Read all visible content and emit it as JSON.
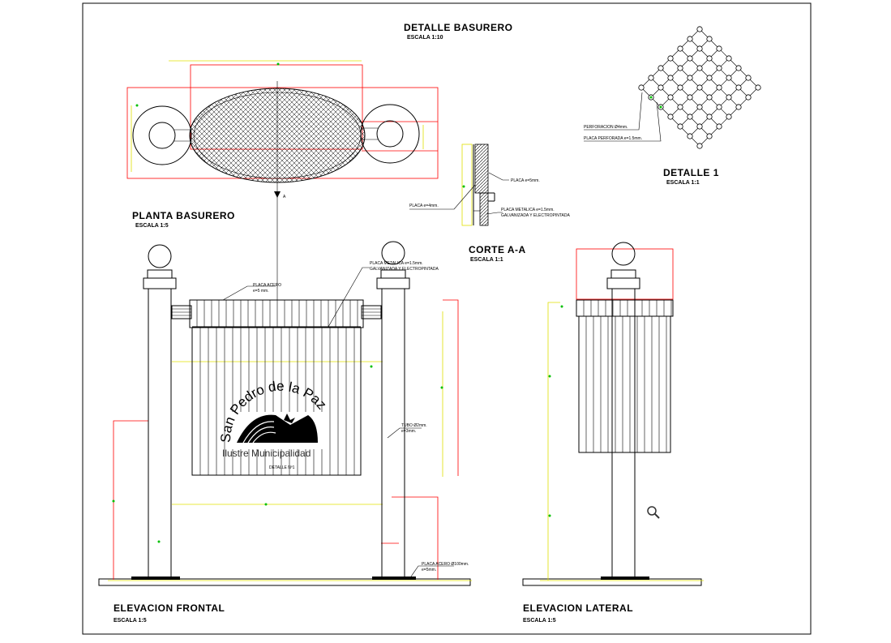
{
  "titles": {
    "detalle_basurero": "DETALLE BASURERO",
    "detalle_basurero_scale": "ESCALA 1:10",
    "planta": "PLANTA BASURERO",
    "planta_scale": "ESCALA 1:5",
    "corte": "CORTE A-A",
    "corte_scale": "ESCALA 1:1",
    "detalle1": "DETALLE 1",
    "detalle1_scale": "ESCALA 1:1",
    "elev_frontal": "ELEVACION FRONTAL",
    "elev_frontal_scale": "ESCALA 1:5",
    "elev_lateral": "ELEVACION LATERAL",
    "elev_lateral_scale": "ESCALA 1:5"
  },
  "notes": {
    "perforacion": "PERFORACION Ø4mm.",
    "placa_perforada": "PLACA PERFORADA e=1.5mm.",
    "placa_e5": "PLACA e=5mm.",
    "placa_e4": "PLACA e=4mm.",
    "placa_metalica_1": "PLACA METALICA e=1.5mm.",
    "placa_metalica_2": "GALVANIZADA Y ELECTROPINTADA",
    "placa_metalica_top_1": "PLACA METALICA e=1.5mm.",
    "placa_metalica_top_2": "GALVANIZADA Y ELECTROPINTADA",
    "placa_acero_1": "PLACA ACERO",
    "placa_acero_2": "e=5 mm.",
    "tubo_1": "TUBO Ø2mm.",
    "tubo_2": "e=3mm.",
    "placa_base_1": "PLACA ACERO Ø100mm.",
    "placa_base_2": "e=5mm.",
    "detalle_ref": "DETALLE Nº1",
    "section_mark": "A"
  },
  "logo": {
    "name": "San Pedro de la Paz",
    "subtitle": "Ilustre Municipalidad"
  },
  "colors": {
    "line": "#000000",
    "dimension_red": "#ff0000",
    "dimension_yellow": "#e0e000",
    "marker_green": "#00c000"
  },
  "icons": {
    "zoom": "magnifier-icon"
  }
}
